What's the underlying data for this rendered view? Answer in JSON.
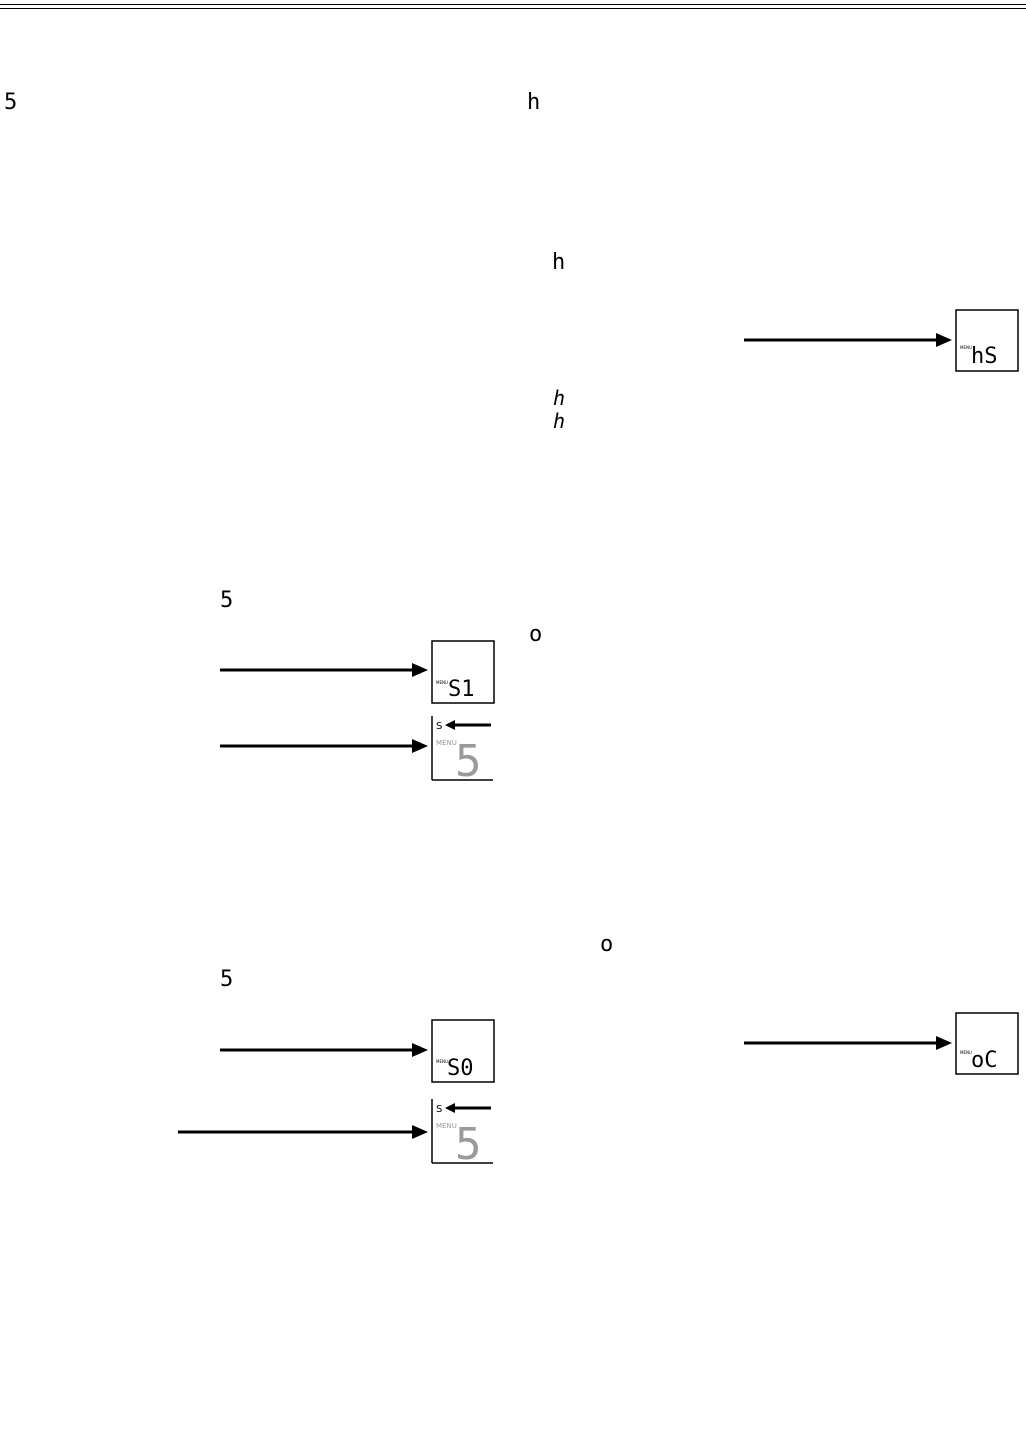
{
  "page": {
    "rule_color": "#000000"
  },
  "markers": {
    "left_top": "5",
    "right_top": "h",
    "right_mid": "h",
    "right_italic_1": "h",
    "right_italic_2": "h",
    "left_s1": "5",
    "right_o1": "o",
    "right_o2": "o",
    "left_s2": "5"
  },
  "displays": {
    "hs": {
      "menu_label": "MENU",
      "reading": "hS"
    },
    "s1": {
      "menu_label": "MENU",
      "reading": "S1"
    },
    "s_arrow_1": {
      "indicator": "S",
      "menu_label": "MENU",
      "digit": "5"
    },
    "s0": {
      "menu_label": "MENU",
      "reading": "S0"
    },
    "s_arrow_2": {
      "indicator": "S",
      "menu_label": "MENU",
      "digit": "5"
    },
    "oc": {
      "menu_label": "MENU",
      "reading": "oC"
    }
  },
  "colors": {
    "ink": "#000000",
    "dim_segment": "#9a9a9a"
  }
}
